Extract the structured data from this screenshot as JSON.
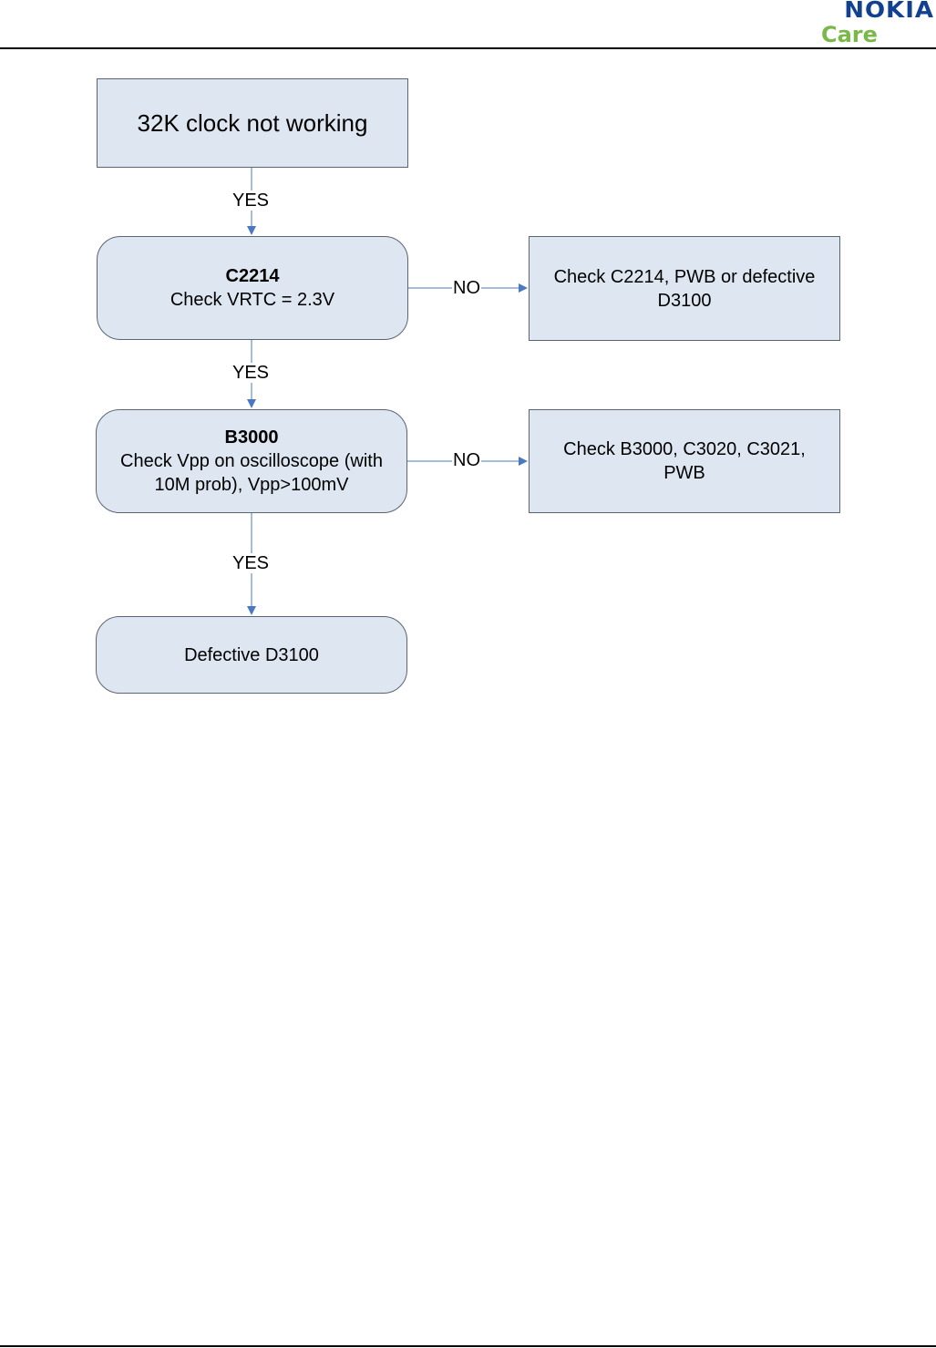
{
  "header": {
    "logo_text": "NOKIA",
    "logo_subtext": "Care"
  },
  "flowchart": {
    "start": {
      "text": "32K clock not working"
    },
    "step1": {
      "title": "C2214",
      "text": "Check VRTC = 2.3V"
    },
    "step1_fail": {
      "text": "Check C2214, PWB or defective D3100"
    },
    "step2": {
      "title": "B3000",
      "text": "Check Vpp on oscilloscope (with 10M prob), Vpp>100mV"
    },
    "step2_fail": {
      "text": "Check B3000, C3020, C3021, PWB"
    },
    "end": {
      "text": "Defective D3100"
    },
    "labels": {
      "yes1": "YES",
      "yes2": "YES",
      "yes3": "YES",
      "no1": "NO",
      "no2": "NO"
    }
  },
  "colors": {
    "box_fill": "#dee7f1",
    "box_border": "#5a6472",
    "connector": "#4a78c2",
    "nokia_blue": "#124191",
    "care_green": "#7ab84a"
  }
}
